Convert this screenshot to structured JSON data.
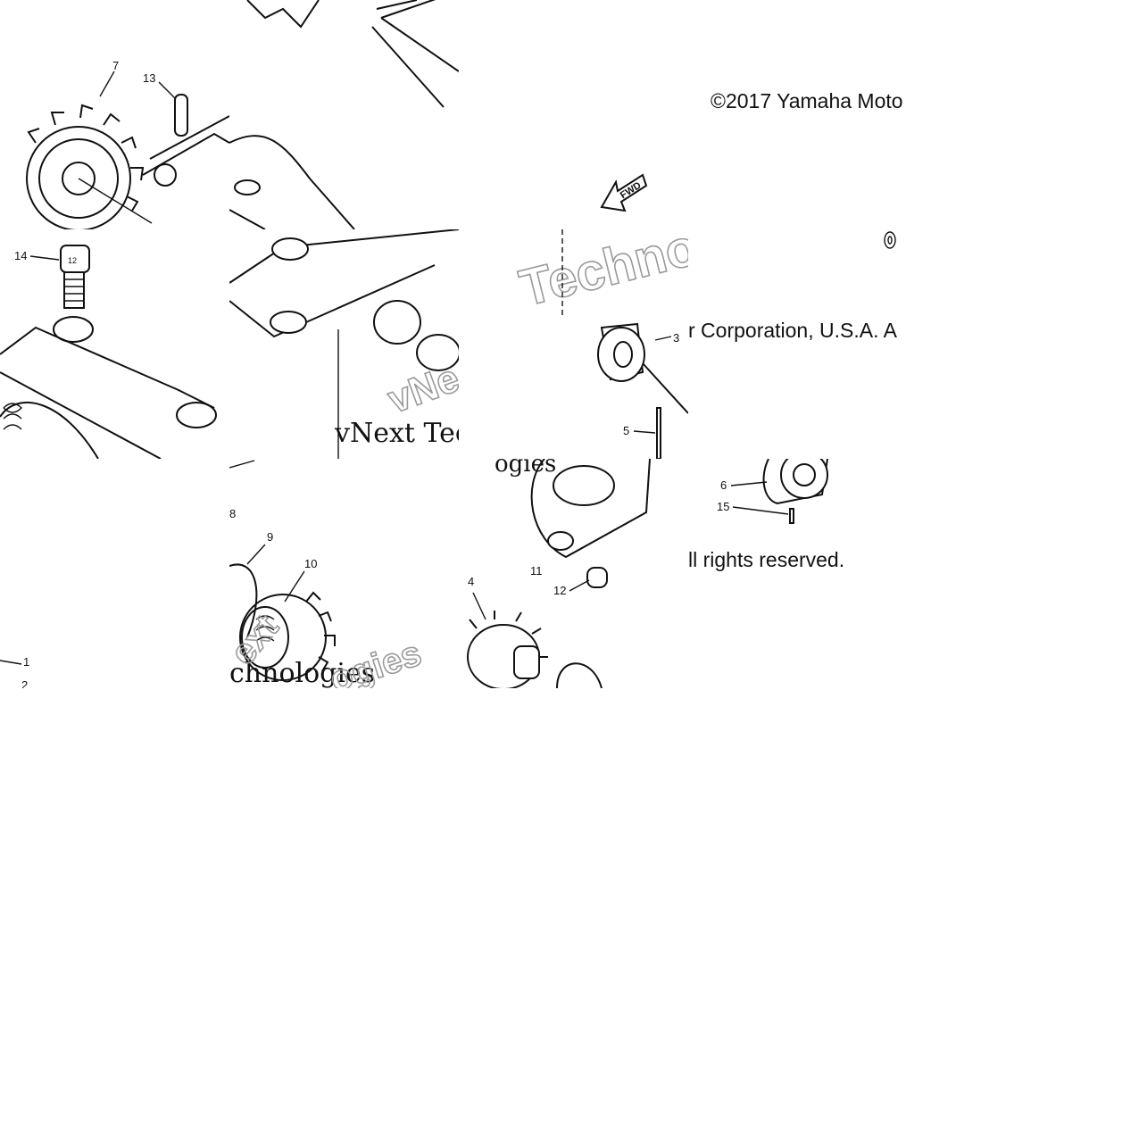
{
  "diagram": {
    "copyright_line1": "©2017 Yamaha Moto",
    "copyright_line2": "r Corporation, U.S.A. A",
    "copyright_line3": "ll rights reserved.",
    "fwd_label": "FWD",
    "watermark_outline": "Techno",
    "watermark_tech": "vNext Tec",
    "watermark_ext": "ext",
    "watermark_gies": "ogies",
    "watermark_chnologies": "chnologies",
    "watermark_vne": "vNe",
    "bolt_head_label": "12",
    "callouts": {
      "c1": "1",
      "c2": "2",
      "c3": "3",
      "c4": "4",
      "c5": "5",
      "c6": "6",
      "c7": "7",
      "c8": "8",
      "c9": "9",
      "c10": "10",
      "c11": "11",
      "c12": "12",
      "c13": "13",
      "c14": "14",
      "c15": "15"
    }
  }
}
